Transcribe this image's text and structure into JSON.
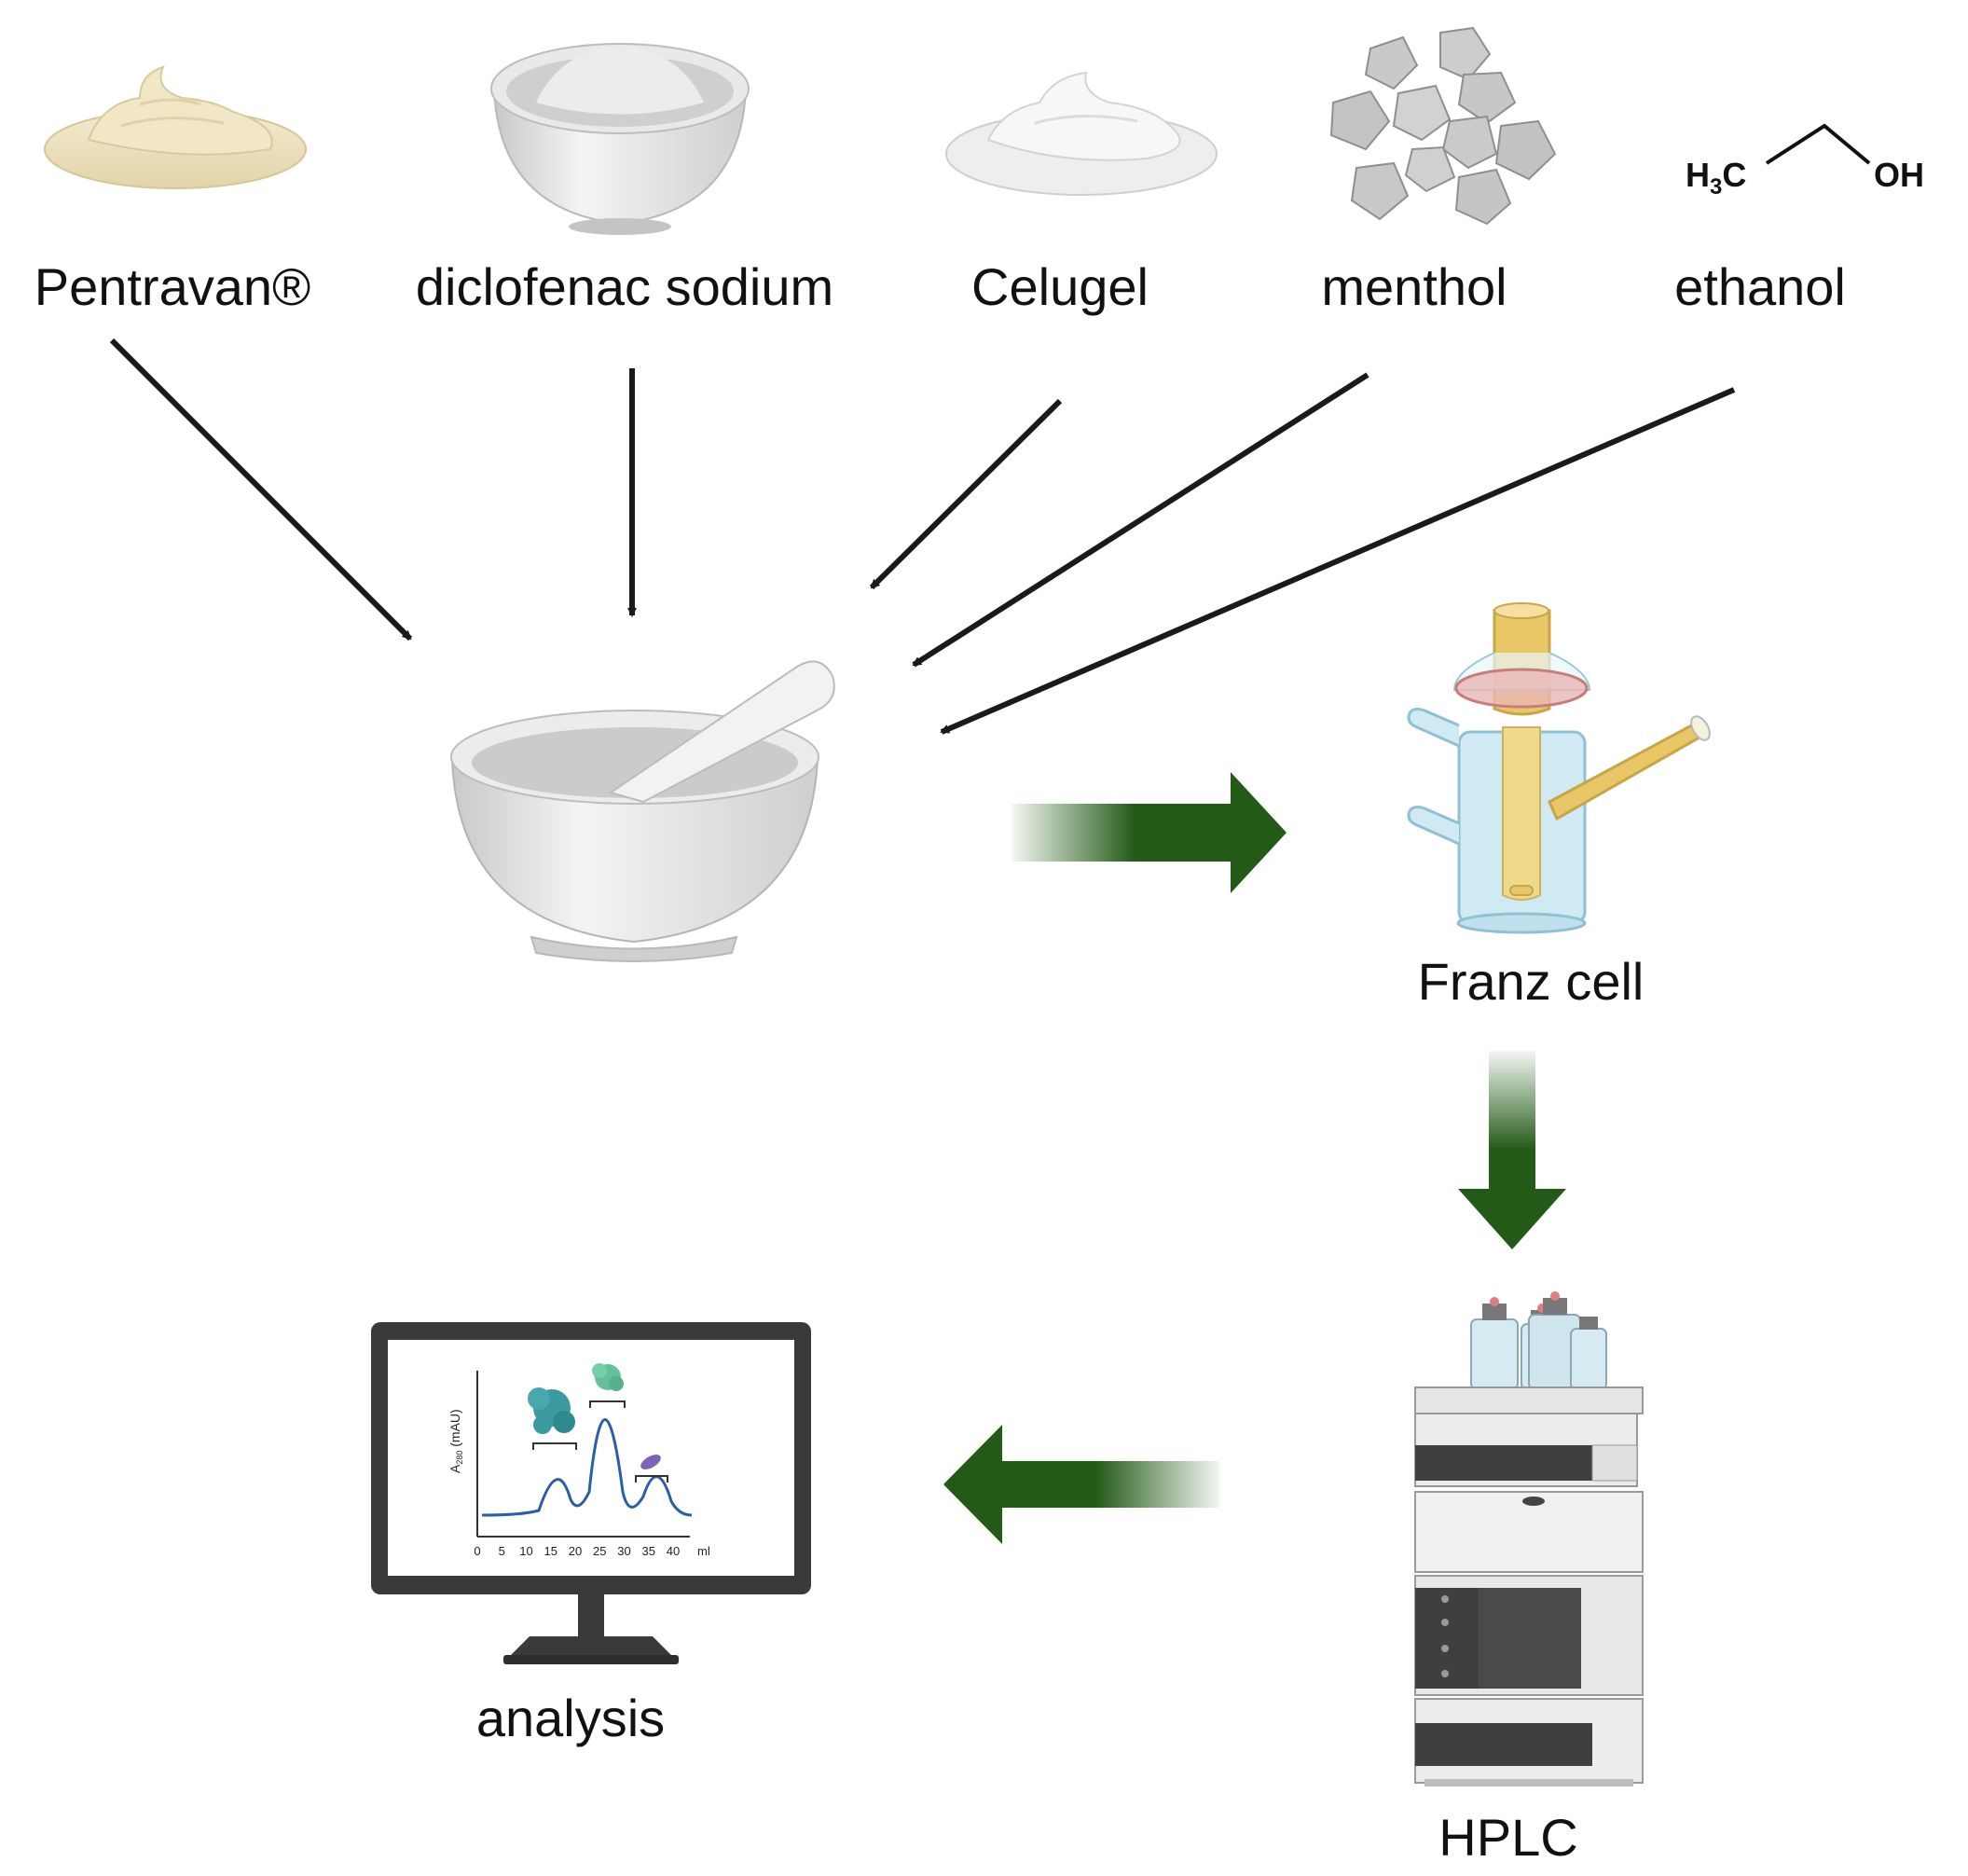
{
  "ingredients": {
    "pentravan": "Pentravan®",
    "diclofenac": "diclofenac sodium",
    "celugel": "Celugel",
    "menthol": "menthol",
    "ethanol": "ethanol"
  },
  "ethanol_formula": {
    "left": "H",
    "left_sub": "3",
    "left_end": "C",
    "right": "OH"
  },
  "steps": {
    "franz_cell": "Franz cell",
    "hplc": "HPLC",
    "analysis": "analysis"
  },
  "monitor_chart": {
    "ylabel_main": "A",
    "ylabel_sub": "280",
    "ylabel_unit": " (mAU)",
    "x_ticks": [
      "0",
      "5",
      "10",
      "15",
      "20",
      "25",
      "30",
      "35",
      "40"
    ],
    "x_unit": "ml"
  },
  "colors": {
    "arrow_black": "#1a1a1a",
    "flow_green": "#235a17",
    "cream": "#ece0bd",
    "bowl_gray": "#d8d8d8",
    "franz_yellow": "#e9c766",
    "franz_blue": "#bfe3ef",
    "chart_line": "#2a5fa8"
  }
}
